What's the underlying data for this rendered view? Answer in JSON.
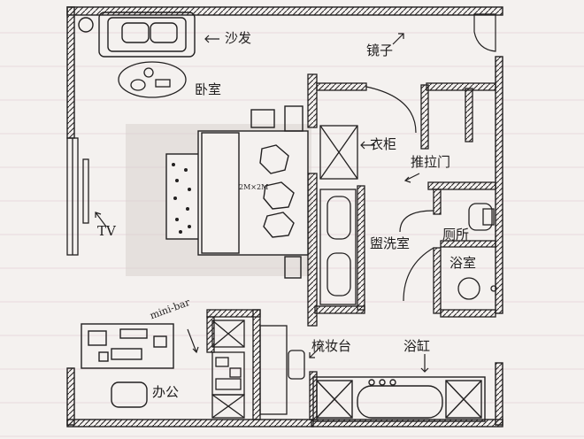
{
  "labels": {
    "sofa": "沙发",
    "bedroom": "卧室",
    "mirror": "镜子",
    "wardrobe": "衣柜",
    "sliding_door": "推拉门",
    "tv": "TV",
    "toilet_room": "厕所",
    "washroom": "盥洗室",
    "shower_room": "浴室",
    "minibar": "mini-bar",
    "vanity": "梳妆台",
    "bathtub": "浴缸",
    "office": "办公",
    "bed_size": "2M×2M"
  },
  "colors": {
    "paper": "#f4f1ef",
    "ink": "#222020",
    "shadow": "#d6cfca"
  }
}
